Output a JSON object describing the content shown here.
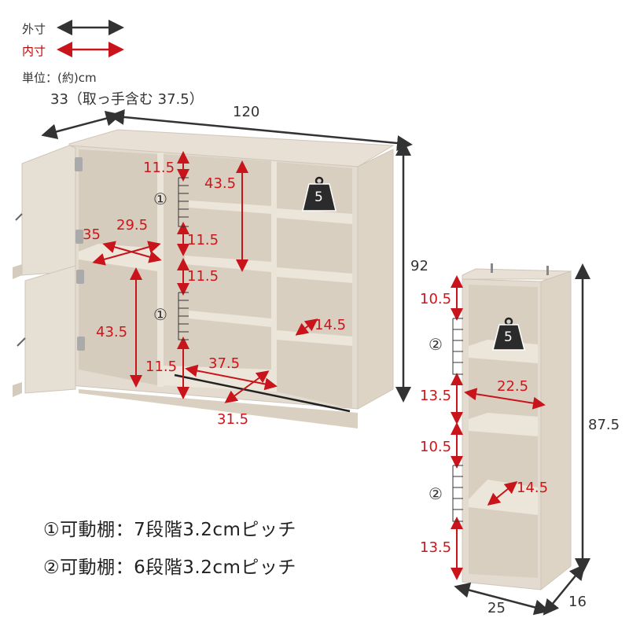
{
  "legend": {
    "outer_label": "外寸",
    "inner_label": "内寸",
    "unit_label": "単位：(約)cm",
    "outer_color": "#333333",
    "inner_color": "#c00000"
  },
  "main_unit": {
    "depth": "33（取っ手含む 37.5）",
    "width": "120",
    "height": "92",
    "inner": {
      "left_top_depth": "35",
      "left_top_width": "29.5",
      "left_bottom_height": "43.5",
      "center_top_gap": "11.5",
      "center_height": "43.5",
      "center_mid_gap_upper": "11.5",
      "center_mid_gap_lower": "11.5",
      "center_bottom_gap": "11.5",
      "center_bottom_width": "37.5",
      "center_bottom_depth": "31.5",
      "right_shelf_depth": "14.5"
    },
    "shelf_marker_1": "①",
    "shelf_marker_2": "①",
    "weight_icon_value": "5"
  },
  "side_unit": {
    "height": "87.5",
    "width": "25",
    "depth": "16",
    "inner": {
      "top_gap": "10.5",
      "upper_bottom_gap": "13.5",
      "width": "22.5",
      "lower_top_gap": "10.5",
      "shelf_depth": "14.5",
      "lower_bottom_gap": "13.5"
    },
    "shelf_marker_1": "②",
    "shelf_marker_2": "②",
    "weight_icon_value": "5"
  },
  "notes": [
    "①可動棚：7段階3.2cmピッチ",
    "②可動棚：6段階3.2cmピッチ"
  ]
}
